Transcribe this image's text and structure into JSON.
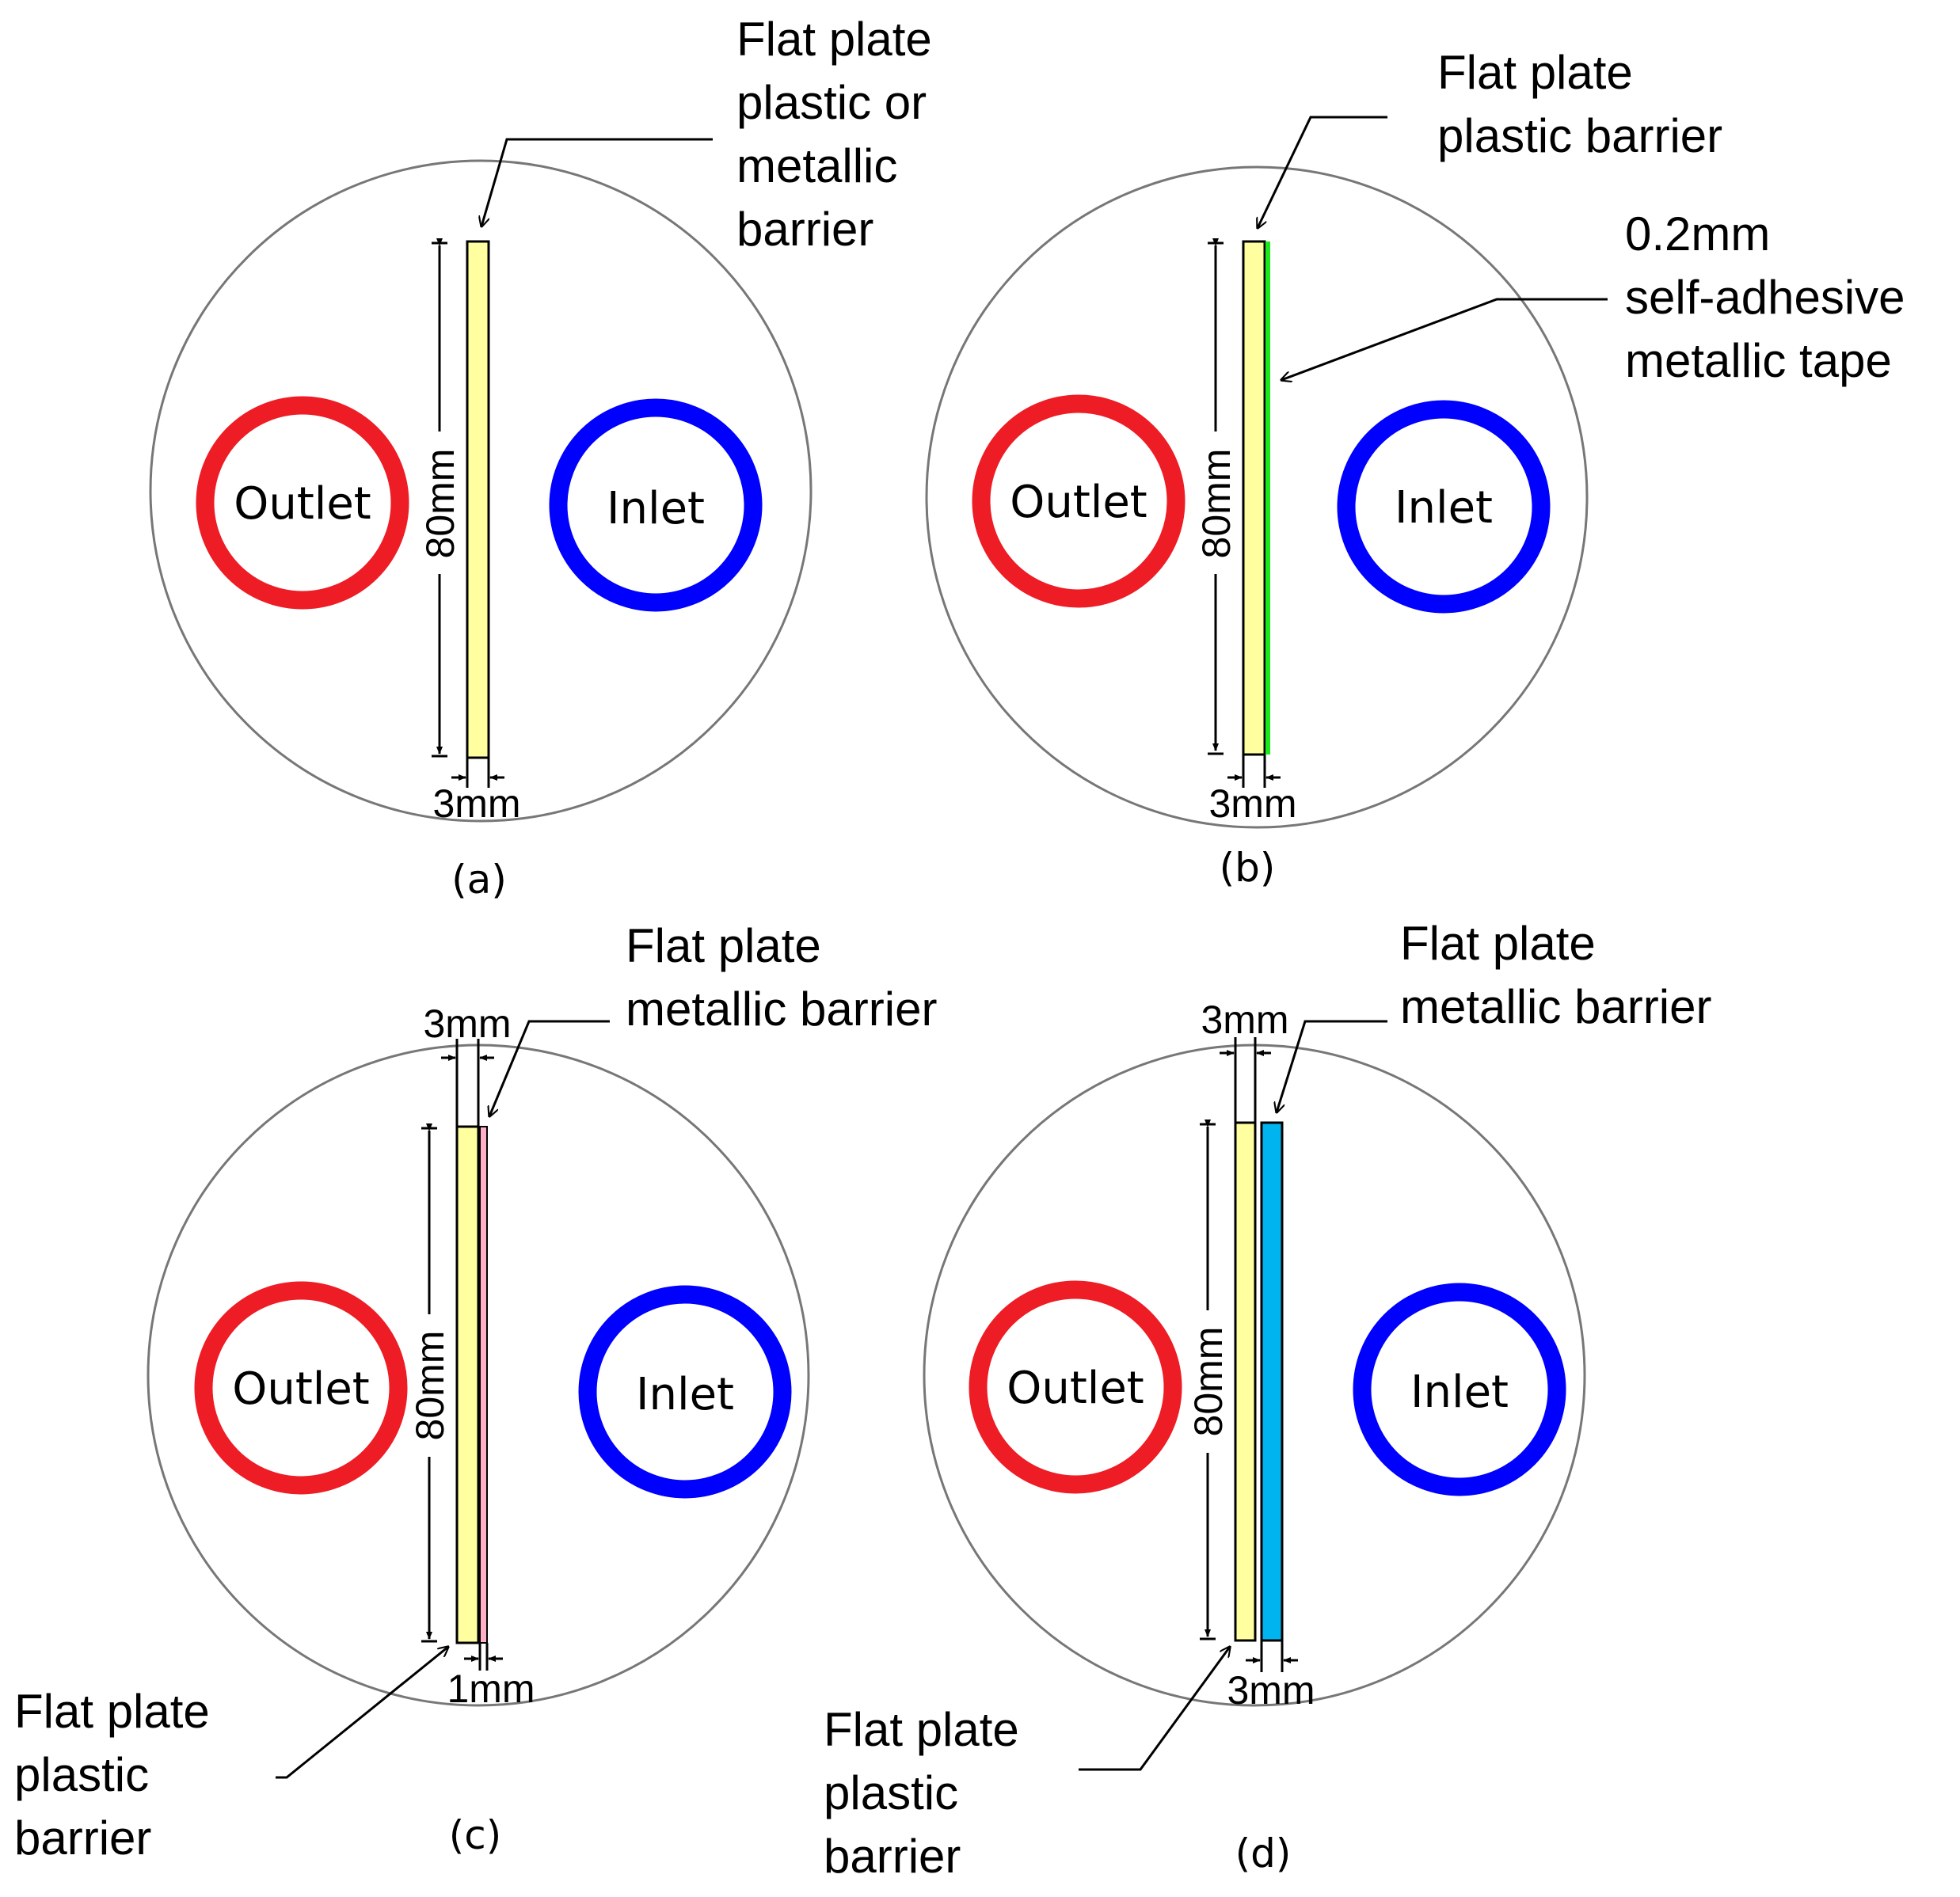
{
  "colors": {
    "outlet": "#ee1c24",
    "inlet": "#0000ff",
    "plastic_plate": "#ffffa0",
    "metallic_tape": "#1ce81c",
    "metallic_plate_c": "#ffaec8",
    "metallic_plate_d": "#00b4f0",
    "outline": "#000000",
    "boundary": "#777777"
  },
  "panels": {
    "a": {
      "caption": "(a)",
      "outlet": "Outlet",
      "inlet": "Inlet",
      "height_dim": "80mm",
      "width_dim": "3mm",
      "barrier_label": [
        "Flat plate",
        "plastic or",
        "metallic",
        "barrier"
      ]
    },
    "b": {
      "caption": "(b)",
      "outlet": "Outlet",
      "inlet": "Inlet",
      "height_dim": "80mm",
      "width_dim": "3mm",
      "barrier_label": [
        "Flat plate",
        "plastic barrier"
      ],
      "tape_label": [
        "0.2mm",
        "self-adhesive",
        "metallic tape"
      ]
    },
    "c": {
      "caption": "(c)",
      "outlet": "Outlet",
      "inlet": "Inlet",
      "height_dim": "80mm",
      "width_dim_top": "3mm",
      "width_dim_bottom": "1mm",
      "metal_label": [
        "Flat plate",
        "metallic barrier"
      ],
      "plastic_label": [
        "Flat plate",
        "plastic",
        "barrier"
      ]
    },
    "d": {
      "caption": "(d)",
      "outlet": "Outlet",
      "inlet": "Inlet",
      "height_dim": "80mm",
      "width_dim_top": "3mm",
      "width_dim_bottom": "3mm",
      "metal_label": [
        "Flat plate",
        "metallic barrier"
      ],
      "plastic_label": [
        "Flat plate",
        "plastic",
        "barrier"
      ]
    }
  }
}
